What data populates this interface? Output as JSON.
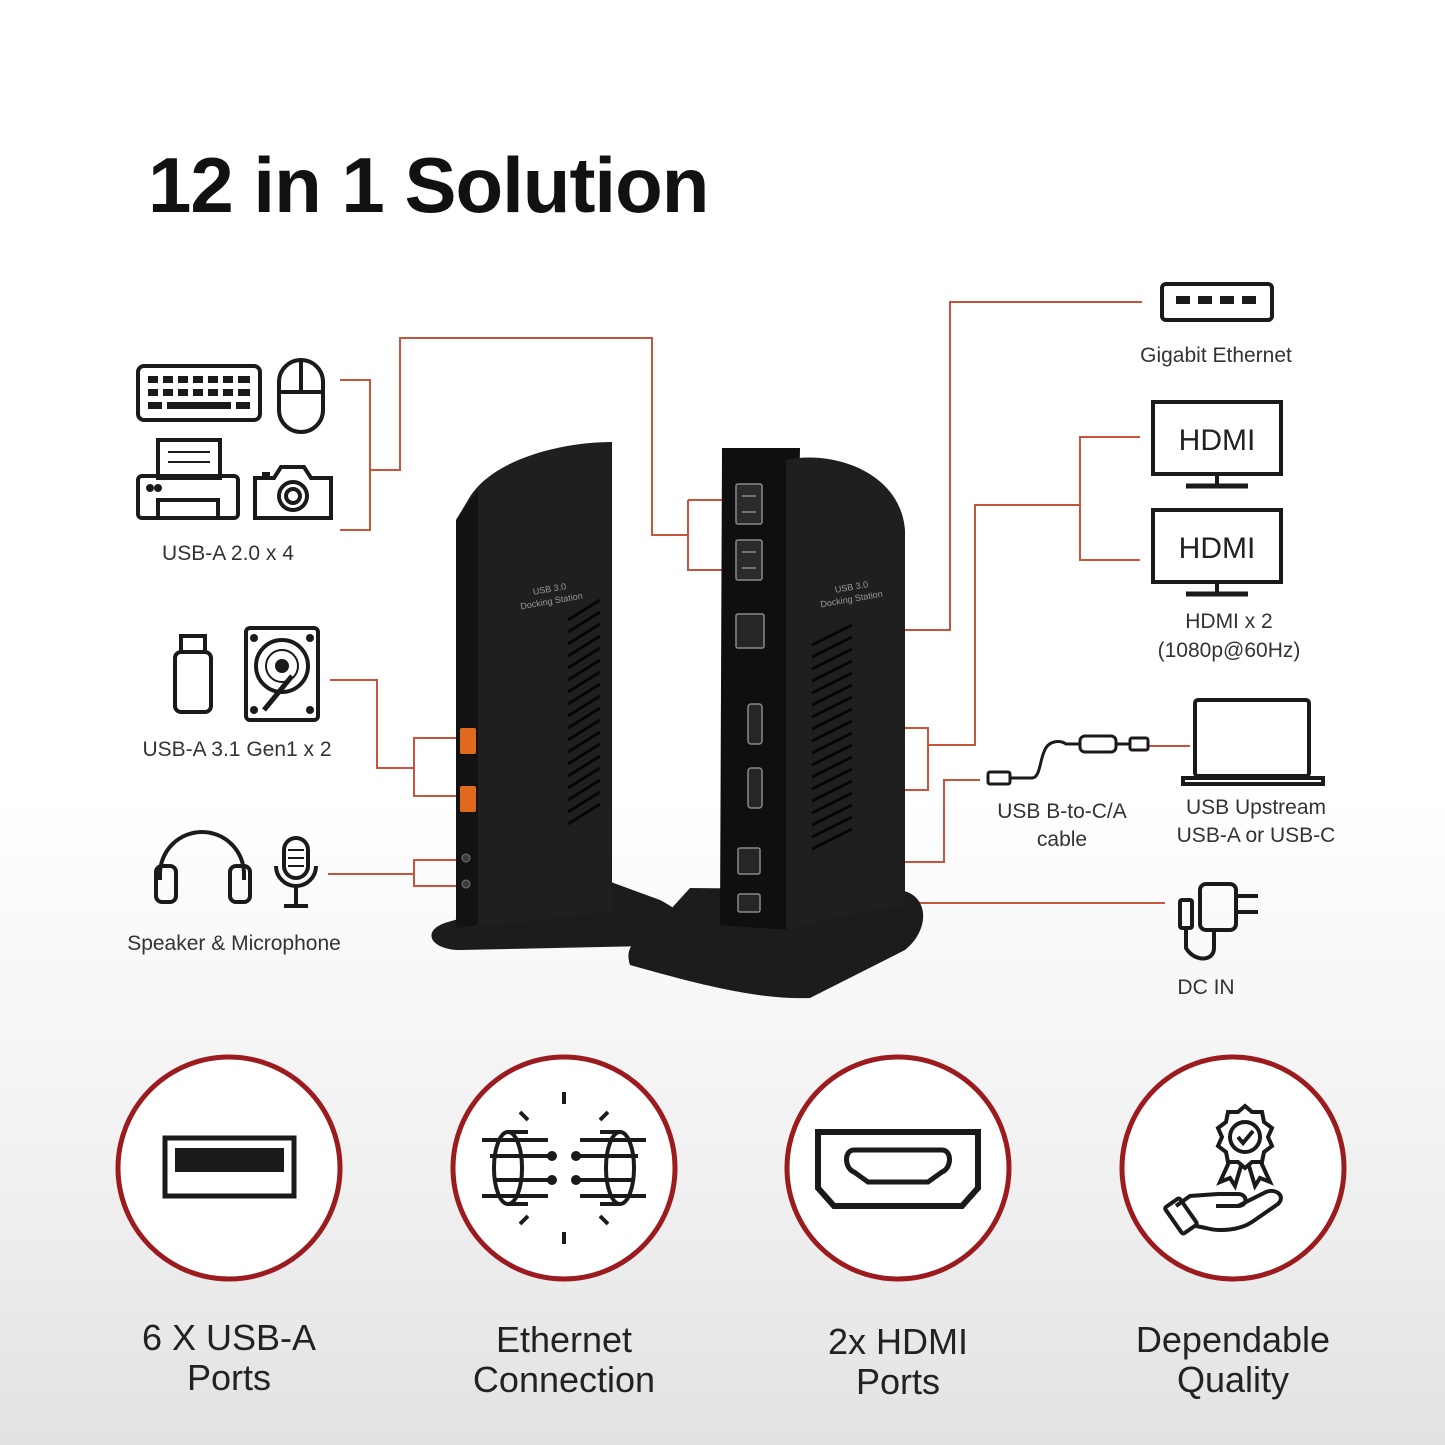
{
  "title": "12 in 1 Solution",
  "colors": {
    "connector_line": "#c8553a",
    "feature_ring": "#9b1b1e",
    "device_body": "#1c1c1c",
    "icon_stroke": "#1a1a1a"
  },
  "left_groups": [
    {
      "label": "USB-A 2.0 x 4",
      "icons": [
        "keyboard-icon",
        "mouse-icon",
        "printer-icon",
        "camera-icon"
      ]
    },
    {
      "label": "USB-A 3.1 Gen1 x 2",
      "icons": [
        "usb-flash-drive-icon",
        "hard-drive-icon"
      ]
    },
    {
      "label": "Speaker & Microphone",
      "icons": [
        "headphones-icon",
        "microphone-icon"
      ]
    }
  ],
  "right_groups": [
    {
      "label": "Gigabit Ethernet",
      "icons": [
        "ethernet-port-icon"
      ]
    },
    {
      "label_line1": "HDMI x 2",
      "label_line2": "(1080p@60Hz)",
      "monitor_text": "HDMI",
      "icons": [
        "monitor-icon",
        "monitor-icon"
      ]
    },
    {
      "label_line1": "USB B-to-C/A",
      "label_line2": "cable",
      "icons": [
        "usb-cable-icon"
      ]
    },
    {
      "label_line1": "USB Upstream",
      "label_line2": "USB-A or USB-C",
      "icons": [
        "laptop-icon"
      ]
    },
    {
      "label": "DC IN",
      "icons": [
        "power-adapter-icon"
      ]
    }
  ],
  "device_print": {
    "line1": "USB 3.0",
    "line2": "Docking Station"
  },
  "features": [
    {
      "line1": "6 X USB-A",
      "line2": "Ports",
      "icon": "usb-port-icon"
    },
    {
      "line1": "Ethernet",
      "line2": "Connection",
      "icon": "ethernet-connection-icon"
    },
    {
      "line1": "2x HDMI",
      "line2": "Ports",
      "icon": "hdmi-port-icon"
    },
    {
      "line1": "Dependable",
      "line2": "Quality",
      "icon": "quality-badge-icon"
    }
  ]
}
